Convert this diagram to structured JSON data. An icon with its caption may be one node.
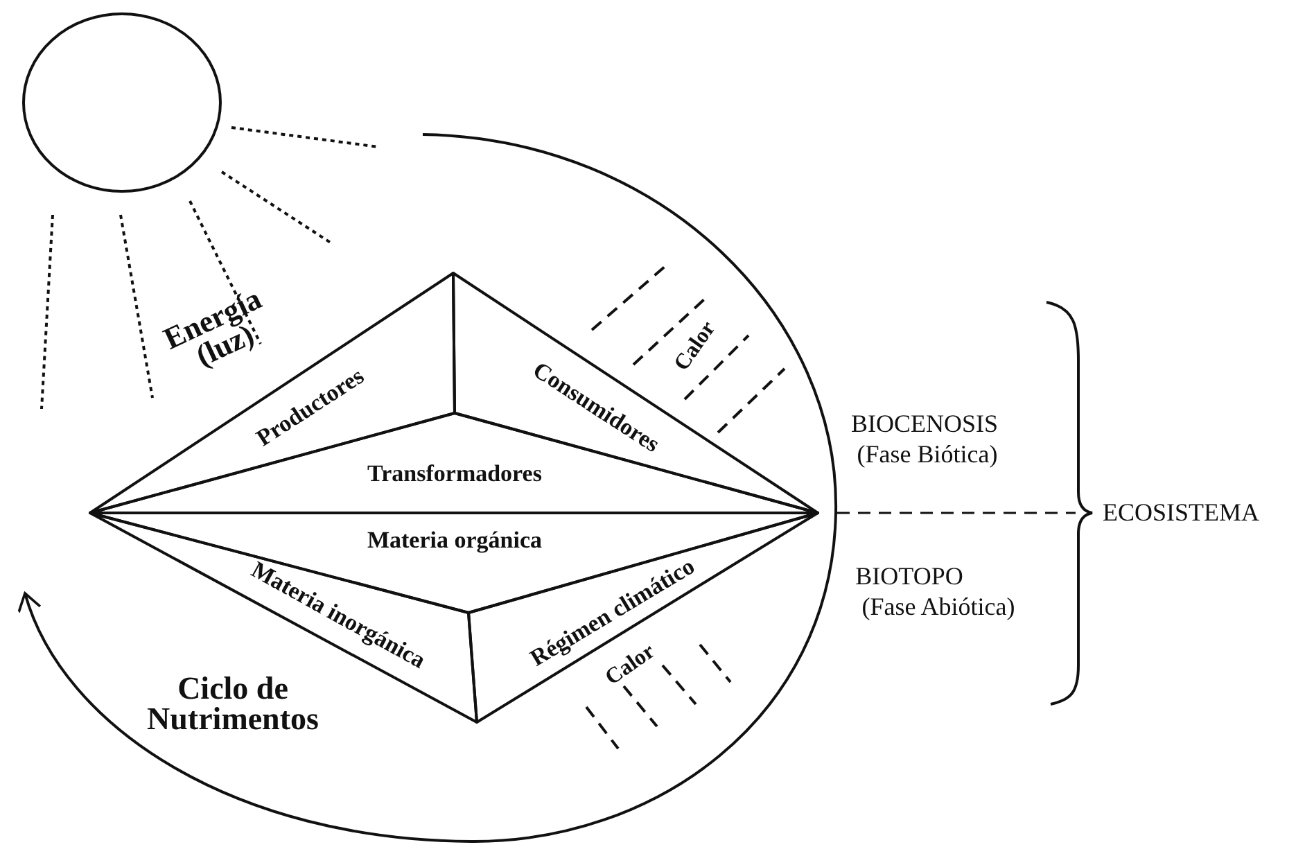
{
  "diagram": {
    "nodes": [
      {
        "text": [],
        "shape": "circle"
      },
      {
        "text": [
          "Productores"
        ]
      },
      {
        "text": [
          "Consumidores"
        ]
      },
      {
        "text": [
          "Transformadores"
        ]
      },
      {
        "text": [
          "Materia orgánica"
        ]
      },
      {
        "text": [
          "Materia inorgánica"
        ]
      },
      {
        "text": [
          "Régimen climático"
        ]
      }
    ],
    "labels": [
      "Energía (luz)",
      "Calor",
      "BIOCENOSIS",
      "(Fase Biótica)",
      "ECOSISTEMA",
      "BIOTOPO",
      "(Fase Abiótica)",
      "Calor",
      "Ciclo de Nutrimentos"
    ]
  }
}
